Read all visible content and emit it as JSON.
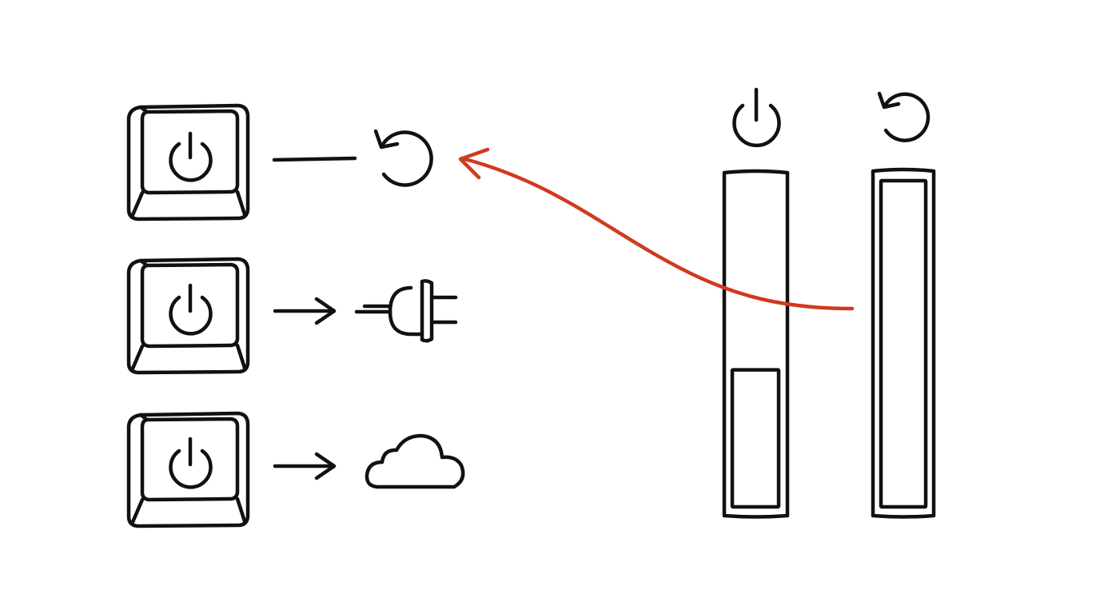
{
  "colors": {
    "ink": "#111111",
    "accent": "#d03a1f",
    "background": "#ffffff"
  },
  "rows": [
    {
      "key_icon": "power-icon",
      "connector": "line",
      "result_icon": "restart-icon"
    },
    {
      "key_icon": "power-icon",
      "connector": "arrow",
      "result_icon": "plug-icon"
    },
    {
      "key_icon": "power-icon",
      "connector": "arrow",
      "result_icon": "cloud-icon"
    }
  ],
  "gauges": [
    {
      "icon": "power-icon",
      "fill": 0.42
    },
    {
      "icon": "restart-icon",
      "fill": 1.0
    }
  ],
  "link": {
    "from": "restart-gauge",
    "to": "restart-icon"
  }
}
